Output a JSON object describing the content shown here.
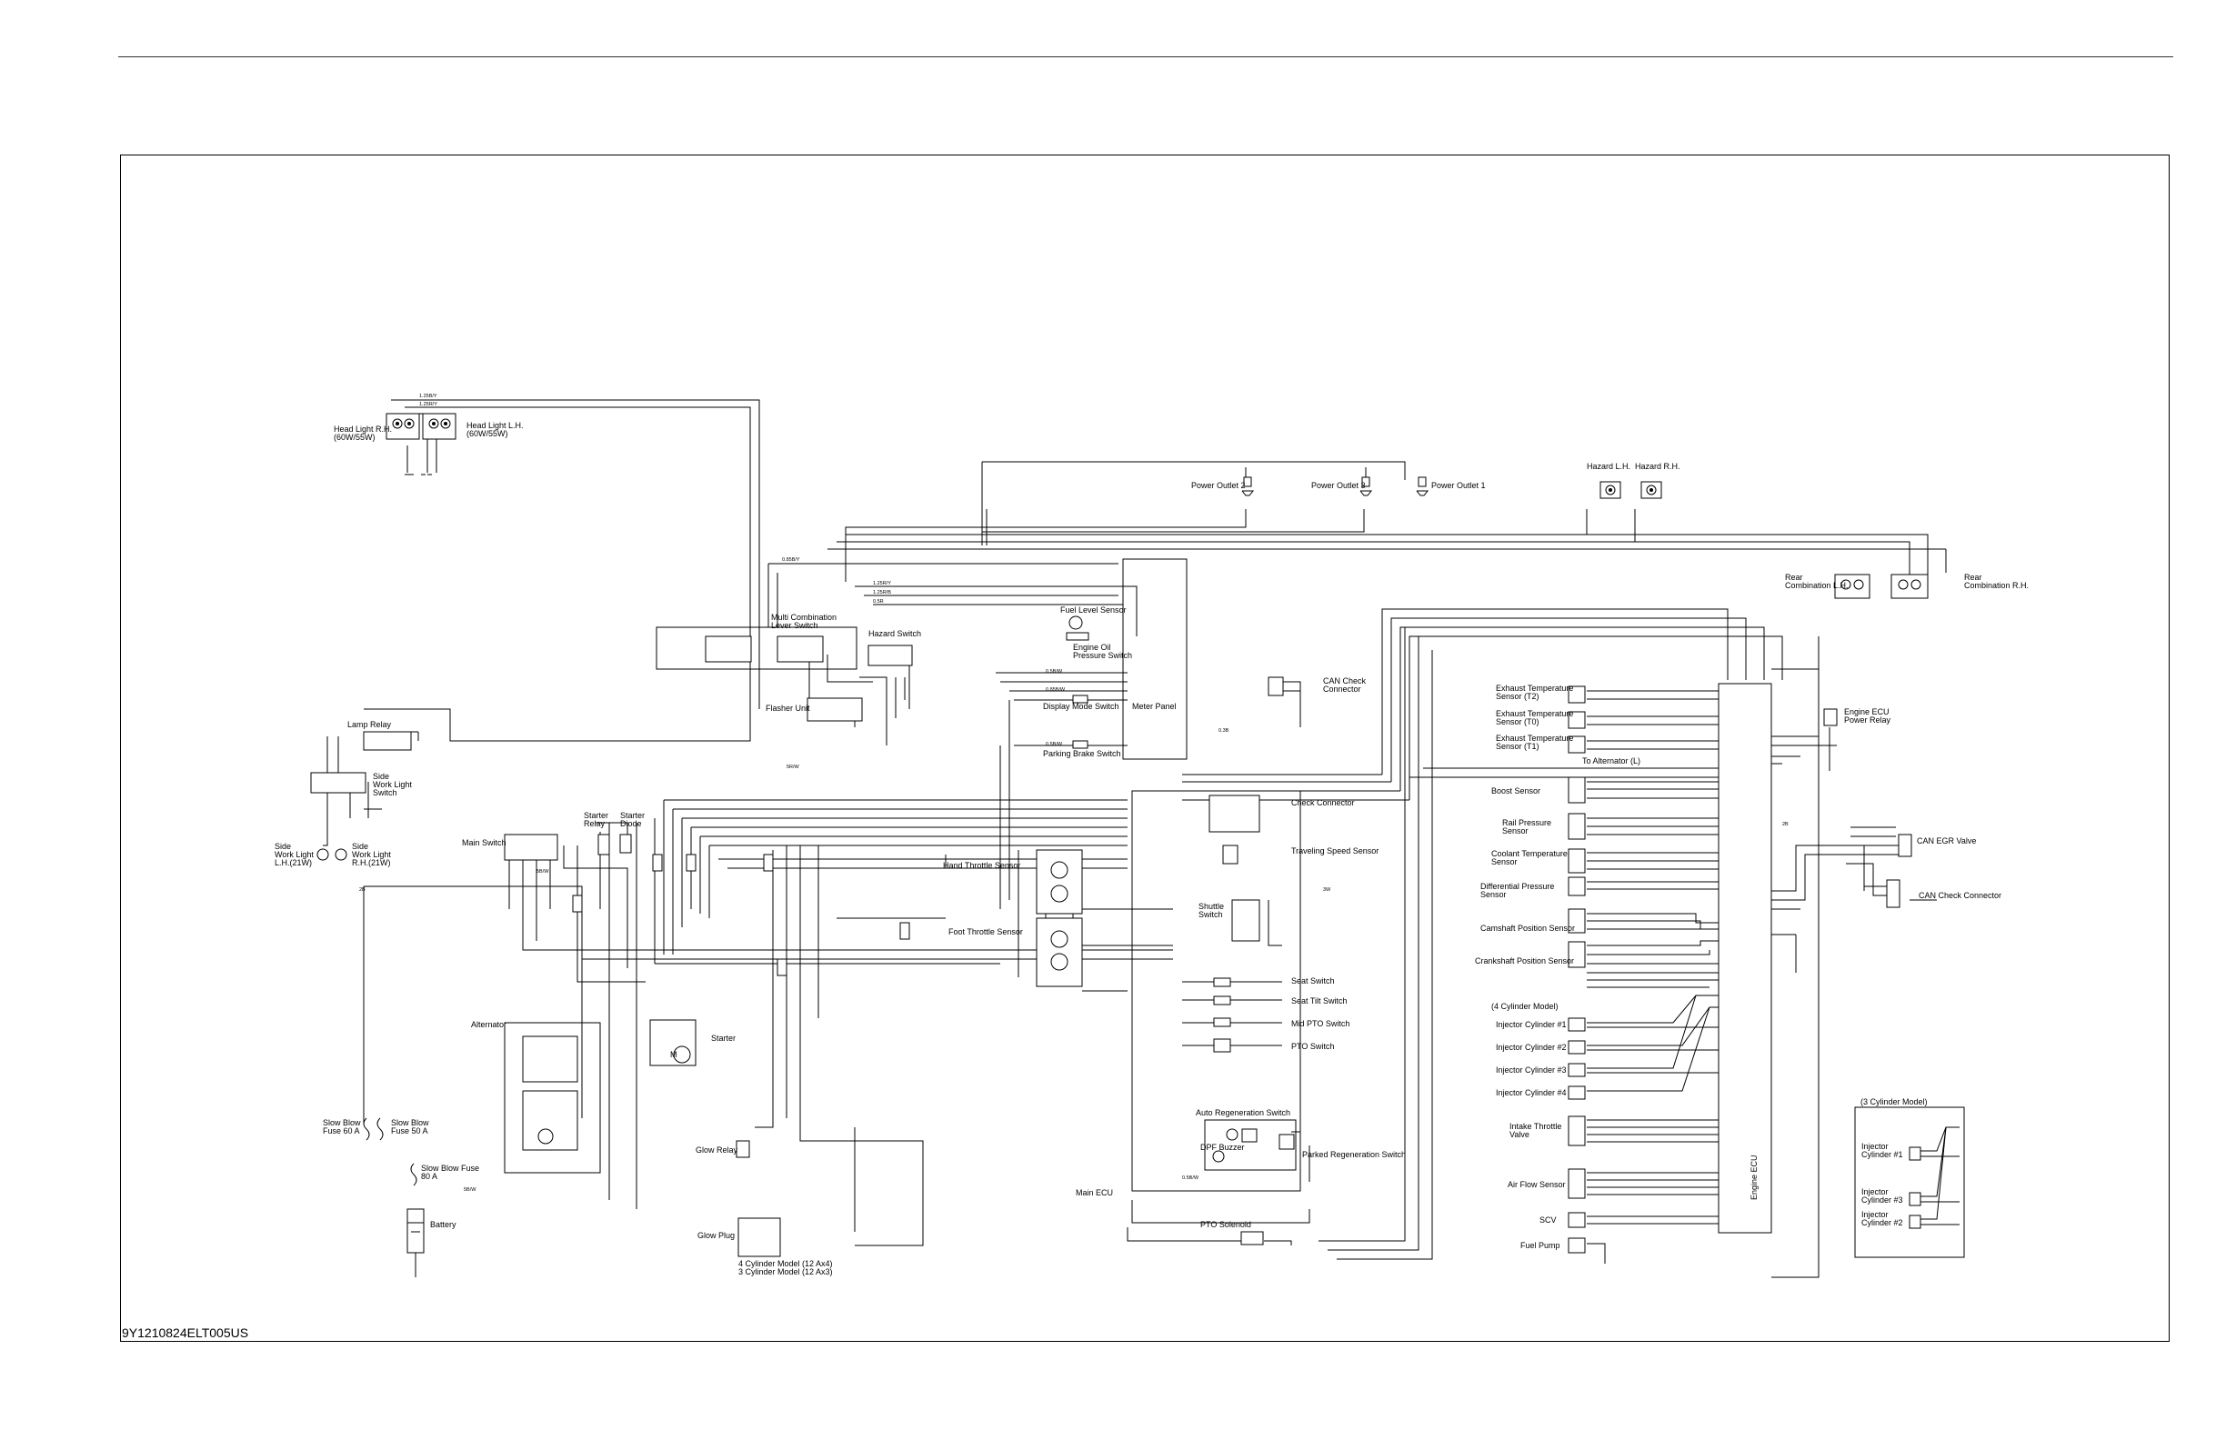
{
  "doc_code": "9Y1210824ELT005US",
  "components": {
    "head_light_rh": [
      "Head Light R.H.",
      "(60W/55W)"
    ],
    "head_light_lh": [
      "Head Light L.H.",
      "(60W/55W)"
    ],
    "power_outlet_1": "Power Outlet 1",
    "power_outlet_2": "Power Outlet 2",
    "power_outlet_3": "Power Outlet 3",
    "hazard_lh": "Hazard L.H.",
    "hazard_rh": "Hazard R.H.",
    "rear_combination_lh": [
      "Rear",
      "Combination L.H."
    ],
    "rear_combination_rh": [
      "Rear",
      "Combination R.H."
    ],
    "multi_combination_switch": [
      "Multi Combination",
      "Lever Switch"
    ],
    "hazard_switch": "Hazard Switch",
    "flasher_unit": "Flasher Unit",
    "fuel_level_sensor": "Fuel Level Sensor",
    "engine_oil_pressure_switch": [
      "Engine Oil",
      "Pressure Switch"
    ],
    "display_mode_switch": "Display Mode Switch",
    "meter_panel": "Meter Panel",
    "parking_brake_switch": "Parking Brake Switch",
    "can_check_connector_top": [
      "CAN Check",
      "Connector"
    ],
    "lamp_relay": "Lamp Relay",
    "side_work_light_switch": [
      "Side",
      "Work Light",
      "Switch"
    ],
    "side_work_light_lh": [
      "Side",
      "Work Light",
      "L.H.(21W)"
    ],
    "side_work_light_rh": [
      "Side",
      "Work Light",
      "R.H.(21W)"
    ],
    "main_switch": "Main Switch",
    "starter_relay": [
      "Starter",
      "Relay"
    ],
    "starter_diode": [
      "Starter",
      "Diode"
    ],
    "check_connector": "Check Connector",
    "hand_throttle_sensor": "Hand Throttle Sensor",
    "traveling_speed_sensor": "Traveling Speed Sensor",
    "foot_throttle_sensor": "Foot Throttle Sensor",
    "shuttle_switch": [
      "Shuttle",
      "Switch"
    ],
    "seat_switch": "Seat Switch",
    "seat_tilt_switch": "Seat Tilt Switch",
    "mid_pto_switch": "Mid PTO Switch",
    "pto_switch": "PTO Switch",
    "alternator": "Alternator",
    "starter": "Starter",
    "slow_blow_fuse_60": [
      "Slow Blow",
      "Fuse 60 A"
    ],
    "slow_blow_fuse_50": [
      "Slow Blow",
      "Fuse 50 A"
    ],
    "slow_blow_fuse_80": [
      "Slow Blow Fuse",
      "80 A"
    ],
    "battery": "Battery",
    "glow_relay": "Glow Relay",
    "glow_plug": "Glow Plug",
    "glow_plug_note": [
      "4 Cylinder Model (12 Ax4)",
      "3 Cylinder Model (12 Ax3)"
    ],
    "auto_regeneration_switch": "Auto Regeneration Switch",
    "dpf_buzzer": [
      "DPF Buzzer"
    ],
    "parked_regeneration_switch": "Parked Regeneration Switch",
    "main_ecu": "Main ECU",
    "pto_solenoid": "PTO Solenoid",
    "exhaust_temp_t2": [
      "Exhaust Temperature",
      "Sensor (T2)"
    ],
    "exhaust_temp_t0": [
      "Exhaust Temperature",
      "Sensor (T0)"
    ],
    "exhaust_temp_t1": [
      "Exhaust Temperature",
      "Sensor (T1)"
    ],
    "to_alternator": "To Alternator (L)",
    "boost_sensor": "Boost Sensor",
    "rail_pressure_sensor": [
      "Rail Pressure",
      "Sensor"
    ],
    "coolant_temp_sensor": [
      "Coolant Temperature",
      "Sensor"
    ],
    "differential_pressure_sensor": [
      "Differential Pressure",
      "Sensor"
    ],
    "camshaft_position_sensor": "Camshaft Position Sensor",
    "crankshaft_position_sensor": "Crankshaft Position Sensor",
    "cylinder4_model": "(4 Cylinder Model)",
    "injector_1": "Injector Cylinder #1",
    "injector_2": "Injector Cylinder #2",
    "injector_3": "Injector Cylinder #3",
    "injector_4": "Injector Cylinder #4",
    "intake_throttle_valve": [
      "Intake Throttle",
      "Valve"
    ],
    "air_flow_sensor": "Air Flow Sensor",
    "scv": "SCV",
    "fuel_pump": "Fuel Pump",
    "engine_ecu": "Engine ECU",
    "engine_ecu_power_relay": [
      "Engine ECU",
      "Power Relay"
    ],
    "can_egr_valve": "CAN EGR Valve",
    "can_check_connector_right": "CAN Check Connector",
    "cylinder3_model": "(3 Cylinder Model)",
    "inj3_1": [
      "Injector",
      "Cylinder #1"
    ],
    "inj3_3": [
      "Injector",
      "Cylinder #3"
    ],
    "inj3_2": [
      "Injector",
      "Cylinder #2"
    ]
  },
  "wire_labels": {
    "w1": "1.25B/Y",
    "w2": "1.25R/Y",
    "w3": "0.85B/Y",
    "w4": "1.25R/Y",
    "w5": "1.25R/B",
    "w6": "0.5R",
    "w7": "0.5B/W",
    "w8": "0.85B/W",
    "w9": "2B",
    "w10": "5R/W",
    "w11": "0.5B/W",
    "w12": "3W",
    "w13": "5B/W",
    "w14": "0.3B",
    "w15": "2B",
    "w16": "5B/W",
    "w17": "0.5B/W"
  }
}
